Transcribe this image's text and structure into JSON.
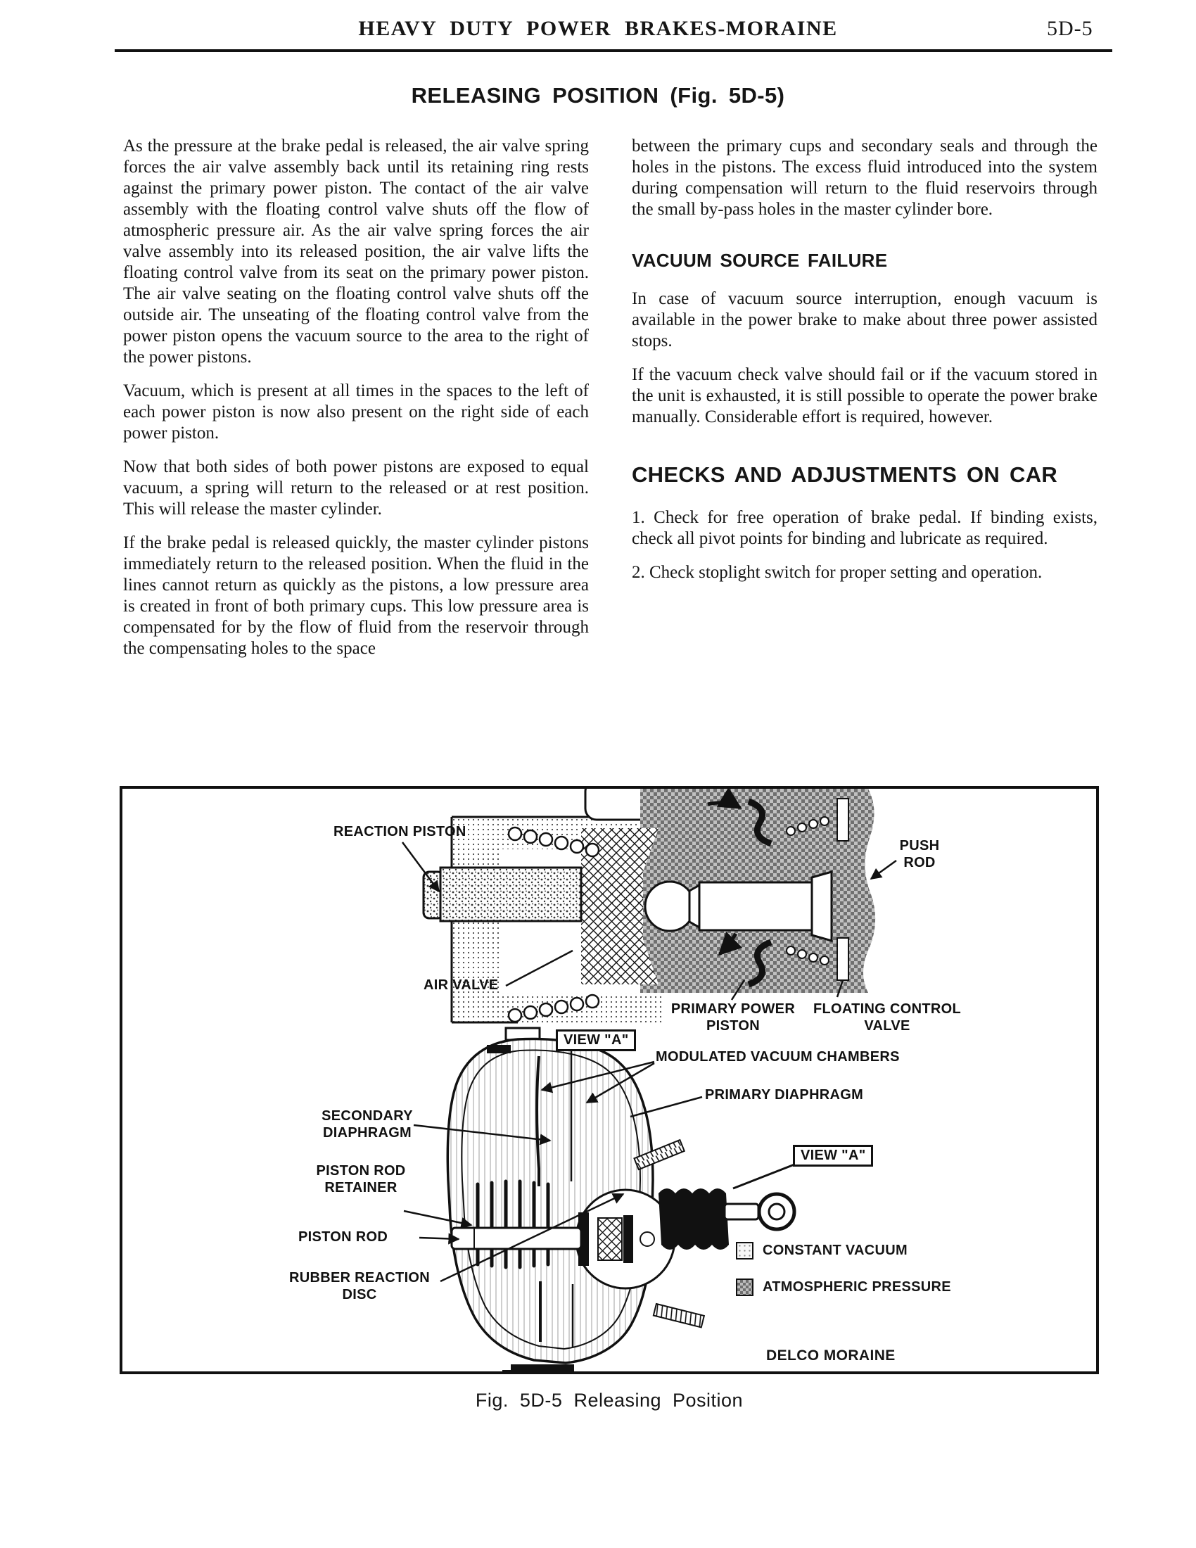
{
  "header": {
    "title": "HEAVY DUTY POWER BRAKES-MORAINE",
    "page_number": "5D-5"
  },
  "section_title": "RELEASING POSITION (Fig. 5D-5)",
  "left_column": {
    "paragraphs": [
      "As the pressure at the brake pedal is released, the air valve spring forces the air valve assembly back until its retaining ring rests against the primary power piston. The contact of the air valve assembly with the floating control valve shuts off the flow of atmospheric pressure air. As the air valve spring forces the air valve assembly into its released position, the air valve lifts the floating control valve from its seat on the primary power piston. The air valve seating on the floating control valve shuts off the outside air. The unseating of the floating control valve from the power piston opens the vacuum source to the area to the right of the power pistons.",
      "Vacuum, which is present at all times in the spaces to the left of each power piston is now also present on the right side of each power piston.",
      "Now that both sides of both power pistons are exposed to equal vacuum, a spring will return to the released or at rest position. This will release the master cylinder.",
      "If the brake pedal is released quickly, the master cylinder pistons immediately return to the released position. When the fluid in the lines cannot return as quickly as the pistons, a low pressure area is created in front of both primary cups. This low pressure area is compensated for by the flow of fluid from the reservoir through the compensating holes to the space"
    ]
  },
  "right_column": {
    "continuation_paragraph": "between the primary cups and secondary seals and through the holes in the pistons. The excess fluid introduced into the system during compensation will return to the fluid reservoirs through the small by-pass holes in the master cylinder bore.",
    "vacuum_heading": "VACUUM SOURCE FAILURE",
    "vacuum_paragraphs": [
      "In case of vacuum source interruption, enough vacuum is available in the power brake to make about three power assisted stops.",
      "If the vacuum check valve should fail or if the vacuum stored in the unit is exhausted, it is still possible to operate the power brake manually. Considerable effort is required, however."
    ],
    "checks_heading": "CHECKS AND ADJUSTMENTS ON CAR",
    "checks_paragraphs": [
      "1. Check for free operation of brake pedal. If binding exists, check all pivot points for binding and lubricate as required.",
      "2. Check stoplight switch for proper setting and operation."
    ]
  },
  "figure": {
    "labels": {
      "reaction_piston": "REACTION PISTON",
      "push_rod": "PUSH ROD",
      "air_valve": "AIR VALVE",
      "view_a_top": "VIEW \"A\"",
      "primary_power_piston": "PRIMARY POWER PISTON",
      "floating_control_valve": "FLOATING CONTROL VALVE",
      "modulated_vacuum_chambers": "MODULATED VACUUM CHAMBERS",
      "primary_diaphragm": "PRIMARY DIAPHRAGM",
      "secondary_diaphragm": "SECONDARY DIAPHRAGM",
      "view_a_bottom": "VIEW \"A\"",
      "piston_rod_retainer": "PISTON ROD RETAINER",
      "piston_rod": "PISTON ROD",
      "rubber_reaction_disc": "RUBBER REACTION DISC",
      "brand": "DELCO MORAINE"
    },
    "legend": {
      "constant_vacuum": "CONSTANT VACUUM",
      "atmospheric_pressure": "ATMOSPHERIC PRESSURE"
    },
    "caption": "Fig. 5D-5 Releasing Position"
  },
  "colors": {
    "ink": "#161616",
    "paper": "#ffffff"
  }
}
